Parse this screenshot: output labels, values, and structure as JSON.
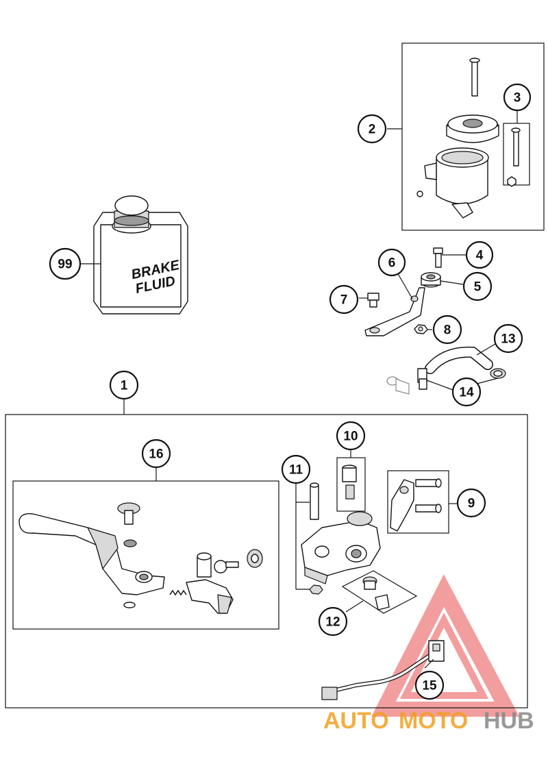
{
  "callouts": [
    {
      "id": "c1",
      "label": "1"
    },
    {
      "id": "c2",
      "label": "2"
    },
    {
      "id": "c3",
      "label": "3"
    },
    {
      "id": "c4",
      "label": "4"
    },
    {
      "id": "c5",
      "label": "5"
    },
    {
      "id": "c6",
      "label": "6"
    },
    {
      "id": "c7",
      "label": "7"
    },
    {
      "id": "c8",
      "label": "8"
    },
    {
      "id": "c9",
      "label": "9"
    },
    {
      "id": "c10",
      "label": "10"
    },
    {
      "id": "c11",
      "label": "11"
    },
    {
      "id": "c12",
      "label": "12"
    },
    {
      "id": "c13",
      "label": "13"
    },
    {
      "id": "c14",
      "label": "14"
    },
    {
      "id": "c15",
      "label": "15"
    },
    {
      "id": "c16",
      "label": "16"
    },
    {
      "id": "c99",
      "label": "99"
    }
  ],
  "bottle_label": {
    "line1": "BRAKE",
    "line2": "FLUID"
  },
  "watermark": {
    "part1": "AUTO",
    "part2": "MOTO",
    "part3": "HUB",
    "color_primary": "#f0a020",
    "color_secondary": "#888888",
    "triangle_color": "#e85050"
  }
}
